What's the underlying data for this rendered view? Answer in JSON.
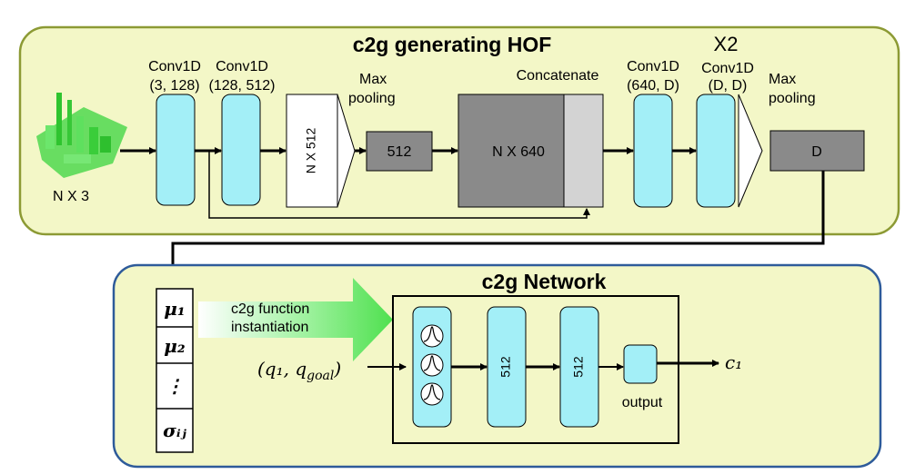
{
  "hof": {
    "title": "c2g generating HOF",
    "input_label": "N X 3",
    "conv1_title": "Conv1D",
    "conv1_params": "(3, 128)",
    "conv2_title": "Conv1D",
    "conv2_params": "(128, 512)",
    "nx512_label": "N X 512",
    "maxpool1_line1": "Max",
    "maxpool1_line2": "pooling",
    "pooled_label": "512",
    "concat_label": "Concatenate",
    "nx640_label": "N X 640",
    "conv3_title": "Conv1D",
    "conv3_params": "(640, D)",
    "repeat_label": "X2",
    "conv4_title": "Conv1D",
    "conv4_params": "(D, D)",
    "maxpool2_line1": "Max",
    "maxpool2_line2": "pooling",
    "output_label": "D"
  },
  "net": {
    "title": "c2g Network",
    "mu1": "μ₁",
    "mu2": "μ₂",
    "vdots": "⋮",
    "sigma": "σᵢⱼ",
    "func_line1": "c2g function",
    "func_line2": "instantiation",
    "input_text": "(q₁, q",
    "input_sub": "goal",
    "input_close": ")",
    "layer1_label": "512",
    "layer2_label": "512",
    "output_label": "output",
    "c1": "c₁"
  },
  "colors": {
    "panel_fill": "#f3f7c7",
    "panel_stroke_top": "#8c9a34",
    "panel_stroke_bottom": "#2e5b9a",
    "layer_fill": "#a3eff7",
    "dark_gray": "#8a8a8a",
    "light_gray": "#d3d3d3",
    "arrow_green": "#5ce65c"
  }
}
